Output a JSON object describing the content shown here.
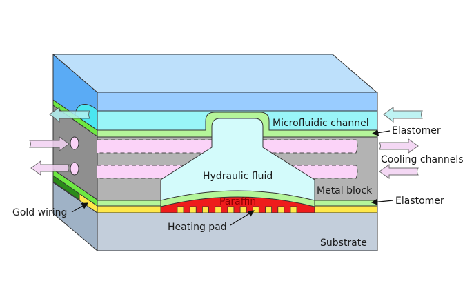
{
  "title": "Microfluidic actuator cross-section",
  "colors": {
    "top_face": "#bde0fb",
    "top_layer": "#99ccff",
    "side_top": "#5aabf5",
    "microfluidic": "#99f5f8",
    "side_microfluidic": "#4ae6f0",
    "elastomer": "#b5f59a",
    "side_elastomer": "#6ee842",
    "side_elastomer_dark": "#2b8a1a",
    "metal": "#b3b3b3",
    "side_metal": "#8f8f8f",
    "cooling": "#fbd3f8",
    "hydraulic": "#d3fbfb",
    "paraffin": "#ee1c1c",
    "gold": "#ffe84a",
    "substrate": "#c3cedb",
    "side_substrate": "#9fb2c6",
    "arrow_cyan": "#b3f2f2",
    "arrow_pink": "#f3d2f3"
  },
  "labels": {
    "microfluidic_channel": "Microfluidic channel",
    "elastomer_top": "Elastomer",
    "cooling_channels": "Cooling channels",
    "hydraulic_fluid": "Hydraulic fluid",
    "metal_block": "Metal block",
    "elastomer_bottom": "Elastomer",
    "paraffin": "Paraffin",
    "gold_wiring": "Gold wiring",
    "heating_pad": "Heating pad",
    "substrate": "Substrate"
  },
  "flow_arrows": [
    {
      "side": "left",
      "channel": "microfluidic",
      "direction": "out"
    },
    {
      "side": "left",
      "channel": "cooling-upper",
      "direction": "in"
    },
    {
      "side": "left",
      "channel": "cooling-lower",
      "direction": "out"
    },
    {
      "side": "right",
      "channel": "microfluidic",
      "direction": "in"
    },
    {
      "side": "right",
      "channel": "cooling-upper",
      "direction": "out"
    },
    {
      "side": "right",
      "channel": "cooling-lower",
      "direction": "in"
    }
  ],
  "heating_pad_count": 10
}
